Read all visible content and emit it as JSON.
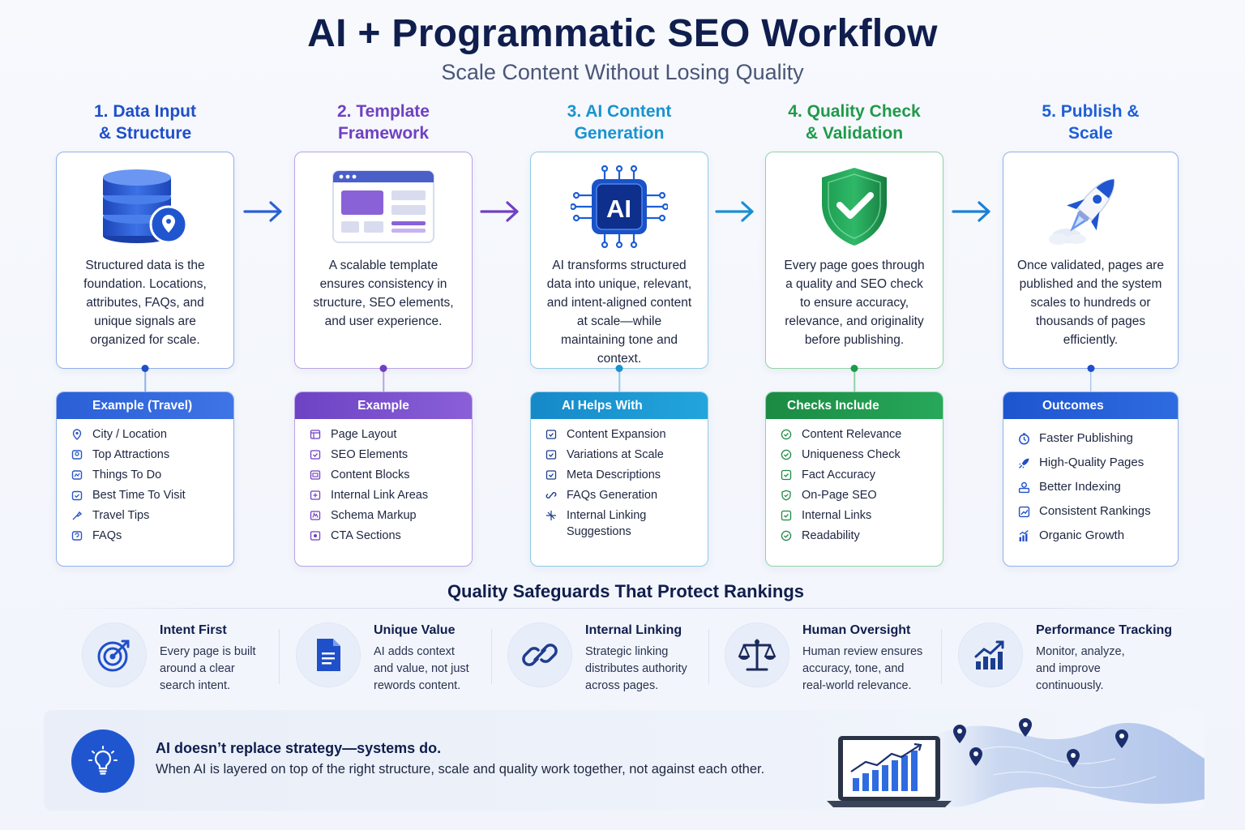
{
  "header": {
    "title": "AI + Programmatic SEO Workflow",
    "subtitle": "Scale Content Without Losing Quality"
  },
  "colors": {
    "blue": "#1f4fc9",
    "purple": "#7040c2",
    "cyan": "#1993cf",
    "green": "#1f9a4a",
    "navy": "#0f1e4d"
  },
  "steps": [
    {
      "title": "1. Data Input\n& Structure",
      "icon": "database-location-icon",
      "text": "Structured data is the foundation. Locations, attributes, FAQs, and unique signals are organized for scale.",
      "list_title": "Example (Travel)",
      "items": [
        "City / Location",
        "Top Attractions",
        "Things To Do",
        "Best Time To Visit",
        "Travel Tips",
        "FAQs"
      ]
    },
    {
      "title": "2. Template\nFramework",
      "icon": "template-window-icon",
      "text": "A scalable template ensures consistency in structure, SEO elements, and user experience.",
      "list_title": "Example",
      "items": [
        "Page Layout",
        "SEO Elements",
        "Content Blocks",
        "Internal Link Areas",
        "Schema Markup",
        "CTA Sections"
      ]
    },
    {
      "title": "3. AI Content\nGeneration",
      "icon": "ai-chip-icon",
      "icon_text": "AI",
      "text": "AI transforms structured data into unique, relevant, and intent-aligned content at scale—while maintaining tone and context.",
      "list_title": "AI Helps With",
      "items": [
        "Content Expansion",
        "Variations at Scale",
        "Meta Descriptions",
        "FAQs Generation",
        "Internal Linking Suggestions"
      ]
    },
    {
      "title": "4. Quality Check\n& Validation",
      "icon": "shield-check-icon",
      "text": "Every page goes through a quality and SEO check to ensure accuracy, relevance, and originality before publishing.",
      "list_title": "Checks Include",
      "items": [
        "Content Relevance",
        "Uniqueness Check",
        "Fact Accuracy",
        "On-Page SEO",
        "Internal Links",
        "Readability"
      ]
    },
    {
      "title": "5. Publish &\nScale",
      "icon": "rocket-icon",
      "text": "Once validated, pages are published and the system scales to hundreds or thousands of pages efficiently.",
      "list_title": "Outcomes",
      "items": [
        "Faster Publishing",
        "High-Quality Pages",
        "Better Indexing",
        "Consistent Rankings",
        "Organic Growth"
      ]
    }
  ],
  "safeguards": {
    "title": "Quality Safeguards That Protect Rankings",
    "items": [
      {
        "icon": "target-icon",
        "title": "Intent First",
        "desc": "Every page is built\naround a clear\nsearch intent."
      },
      {
        "icon": "document-icon",
        "title": "Unique Value",
        "desc": "AI adds context\nand value, not just\nrewords content."
      },
      {
        "icon": "link-icon",
        "title": "Internal Linking",
        "desc": "Strategic linking\ndistributes authority\nacross pages."
      },
      {
        "icon": "scales-icon",
        "title": "Human Oversight",
        "desc": "Human review ensures\naccuracy, tone, and\nreal-world relevance."
      },
      {
        "icon": "growth-chart-icon",
        "title": "Performance Tracking",
        "desc": "Monitor, analyze,\nand improve\ncontinuously."
      }
    ]
  },
  "banner": {
    "headline": "AI doesn’t replace strategy—systems do.",
    "text": "When AI is layered on top of the right structure, scale and quality work together, not against each other."
  }
}
